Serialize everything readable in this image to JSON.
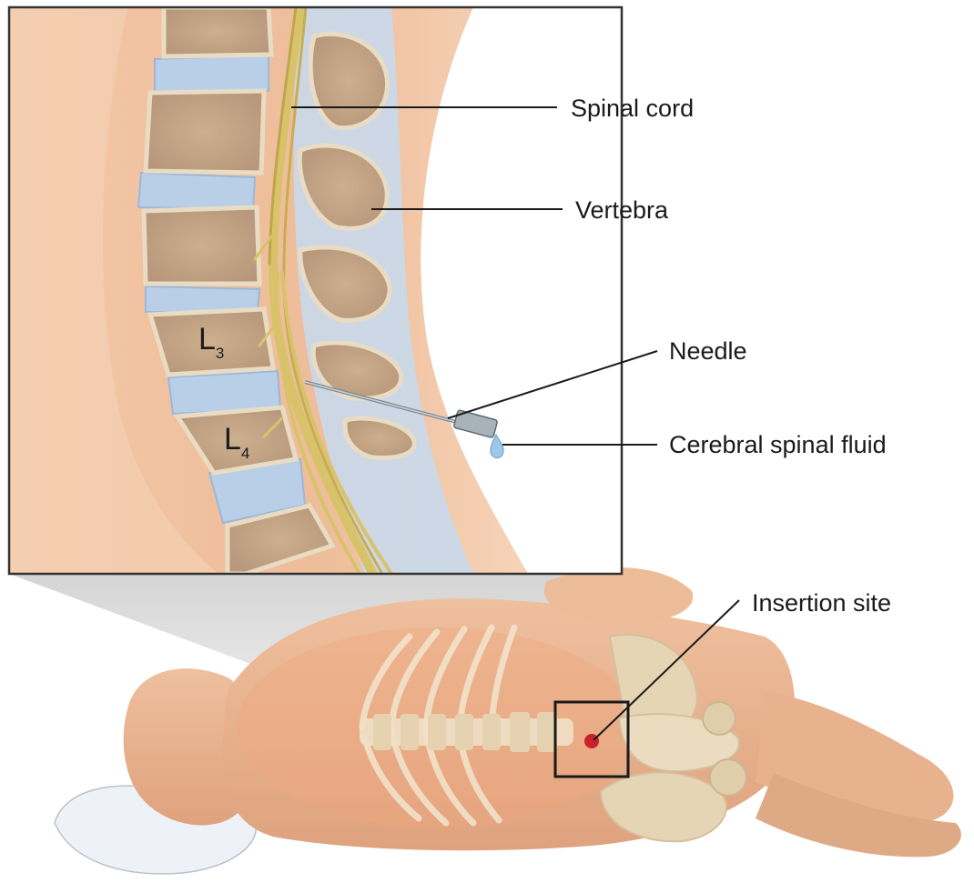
{
  "labels": {
    "spinal_cord": "Spinal cord",
    "vertebra": "Vertebra",
    "needle": "Needle",
    "csf": "Cerebral spinal fluid",
    "insertion_site": "Insertion site"
  },
  "vertebra_labels": {
    "l3_letter": "L",
    "l3_sub": "3",
    "l4_letter": "L",
    "l4_sub": "4"
  },
  "colors": {
    "skin": "#f0c3a2",
    "skin_shadow": "#e4a884",
    "bone": "#c8a886",
    "bone_edge": "#e9dcc4",
    "disc": "#b9cfe8",
    "nerve": "#d9c36a",
    "marker": "#c8202c",
    "frame": "#333333"
  }
}
